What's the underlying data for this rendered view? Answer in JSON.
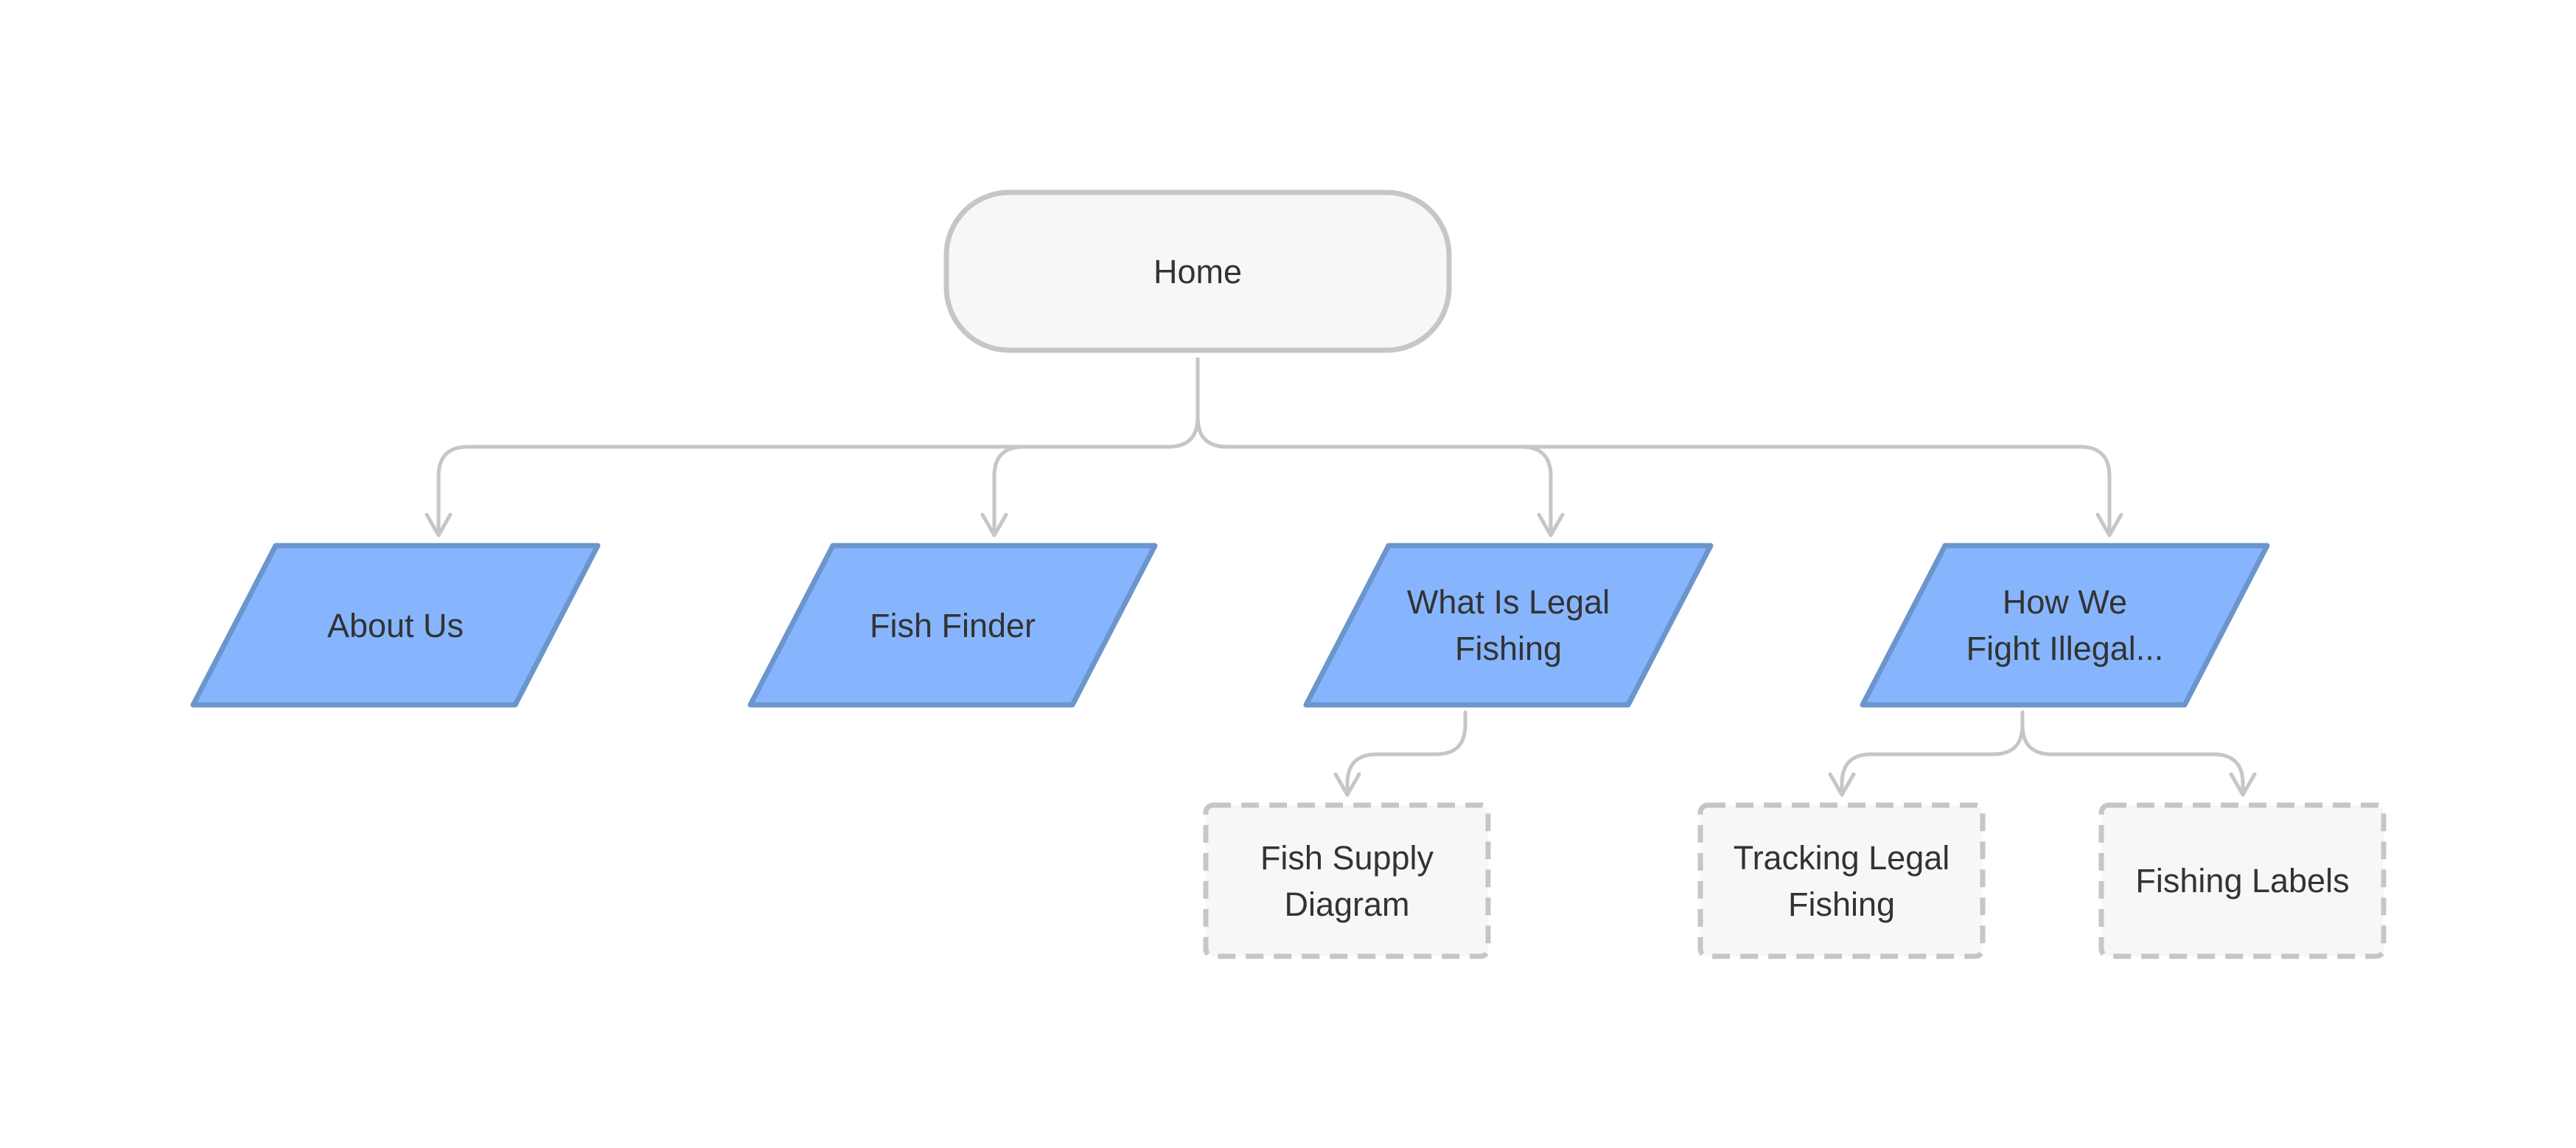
{
  "diagram": {
    "type": "sitemap",
    "colors": {
      "root_fill": "#f7f7f7",
      "root_stroke": "#c6c6c6",
      "page_fill": "#86b5fd",
      "page_stroke": "#6b95cc",
      "sub_fill": "#f7f7f7",
      "sub_stroke": "#c6c6c6",
      "connector": "#c6c6c6",
      "text": "#333333"
    },
    "root": {
      "id": "home",
      "label": "Home"
    },
    "pages": [
      {
        "id": "about-us",
        "label": "About Us"
      },
      {
        "id": "fish-finder",
        "label": "Fish Finder"
      },
      {
        "id": "what-is-legal-fishing",
        "label": "What Is Legal\nFishing"
      },
      {
        "id": "how-we-fight-illegal",
        "label": "How We\nFight Illegal..."
      }
    ],
    "subpages": [
      {
        "id": "fish-supply-diagram",
        "label": "Fish Supply\nDiagram",
        "parent": "what-is-legal-fishing"
      },
      {
        "id": "tracking-legal-fishing",
        "label": "Tracking Legal\nFishing",
        "parent": "how-we-fight-illegal"
      },
      {
        "id": "fishing-labels",
        "label": "Fishing Labels",
        "parent": "how-we-fight-illegal"
      }
    ],
    "edges": [
      {
        "from": "home",
        "to": "about-us"
      },
      {
        "from": "home",
        "to": "fish-finder"
      },
      {
        "from": "home",
        "to": "what-is-legal-fishing"
      },
      {
        "from": "home",
        "to": "how-we-fight-illegal"
      },
      {
        "from": "what-is-legal-fishing",
        "to": "fish-supply-diagram"
      },
      {
        "from": "how-we-fight-illegal",
        "to": "tracking-legal-fishing"
      },
      {
        "from": "how-we-fight-illegal",
        "to": "fishing-labels"
      }
    ]
  }
}
